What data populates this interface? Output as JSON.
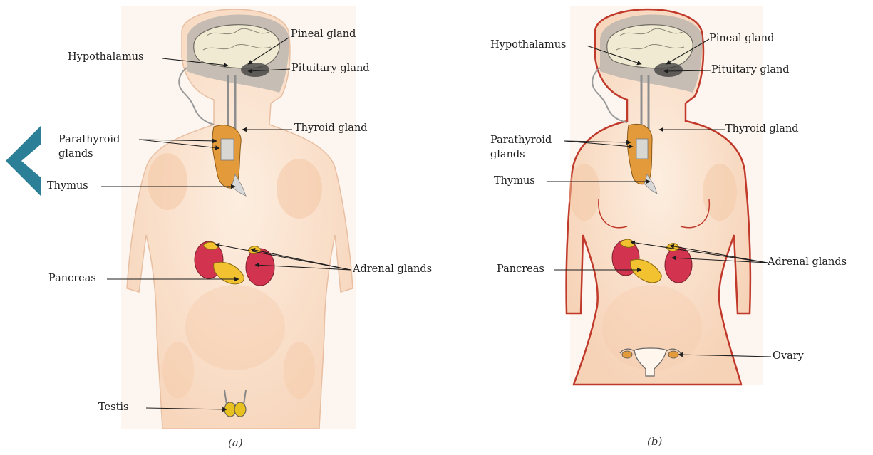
{
  "figure_a": {
    "caption": "(a)",
    "labels": {
      "pineal": "Pineal gland",
      "hypothalamus": "Hypothalamus",
      "pituitary": "Pituitary gland",
      "thyroid": "Thyroid gland",
      "parathyroid_1": "Parathyroid",
      "parathyroid_2": "glands",
      "thymus": "Thymus",
      "adrenal": "Adrenal glands",
      "pancreas": "Pancreas",
      "testis": "Testis"
    }
  },
  "figure_b": {
    "caption": "(b)",
    "labels": {
      "pineal": "Pineal gland",
      "hypothalamus": "Hypothalamus",
      "pituitary": "Pituitary gland",
      "thyroid": "Thyroid gland",
      "parathyroid_1": "Parathyroid",
      "parathyroid_2": "glands",
      "thymus": "Thymus",
      "adrenal": "Adrenal glands",
      "pancreas": "Pancreas",
      "ovary": "Ovary"
    }
  },
  "nav": {
    "icon": "chevron-left-icon",
    "color": "#2b7f97"
  },
  "colors": {
    "skin": "#fbe3cf",
    "skin_shade": "#f4c7a4",
    "outline_a": "#d9a98a",
    "outline_b": "#c0392b",
    "gland_red": "#d2334f",
    "gland_yellow": "#f2c230",
    "thyroid_orange": "#e39a3a",
    "brain": "#f1ead2"
  }
}
